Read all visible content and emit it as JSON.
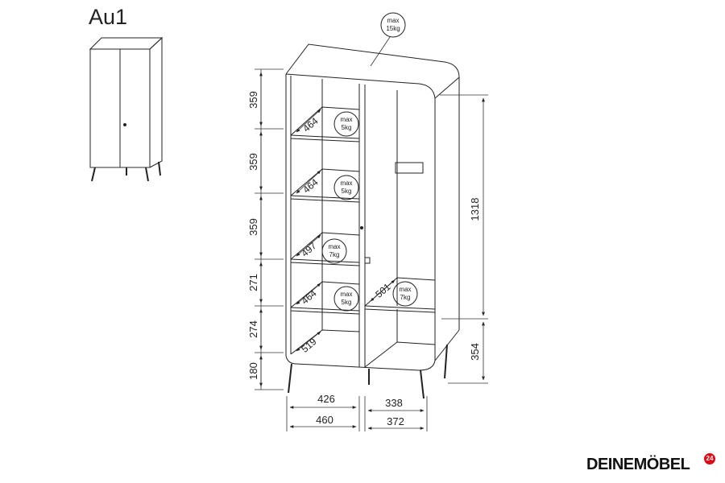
{
  "header": {
    "model": "Au1"
  },
  "brand": {
    "name": "DEINEMÖBEL",
    "badge": "24"
  },
  "dimensions": {
    "shelf_heights": [
      "359",
      "359",
      "359",
      "271",
      "274",
      "180"
    ],
    "hanging_height": "1318",
    "lower_right_height": "354",
    "left_inner_width": "426",
    "left_outer_width": "460",
    "right_inner_width": "338",
    "right_outer_width": "372",
    "shelf_depths": [
      "464",
      "464",
      "497",
      "464",
      "519"
    ],
    "right_shelf_depth": "501"
  },
  "loads": {
    "top": {
      "line1": "max",
      "line2": "15kg"
    },
    "shelf_1": {
      "line1": "max",
      "line2": "5kg"
    },
    "shelf_2": {
      "line1": "max",
      "line2": "5kg"
    },
    "shelf_3": {
      "line1": "max",
      "line2": "7kg"
    },
    "shelf_4": {
      "line1": "max",
      "line2": "5kg"
    },
    "right_shelf": {
      "line1": "max",
      "line2": "7kg"
    }
  },
  "colors": {
    "line": "#222222",
    "brand_badge": "#e30613"
  }
}
